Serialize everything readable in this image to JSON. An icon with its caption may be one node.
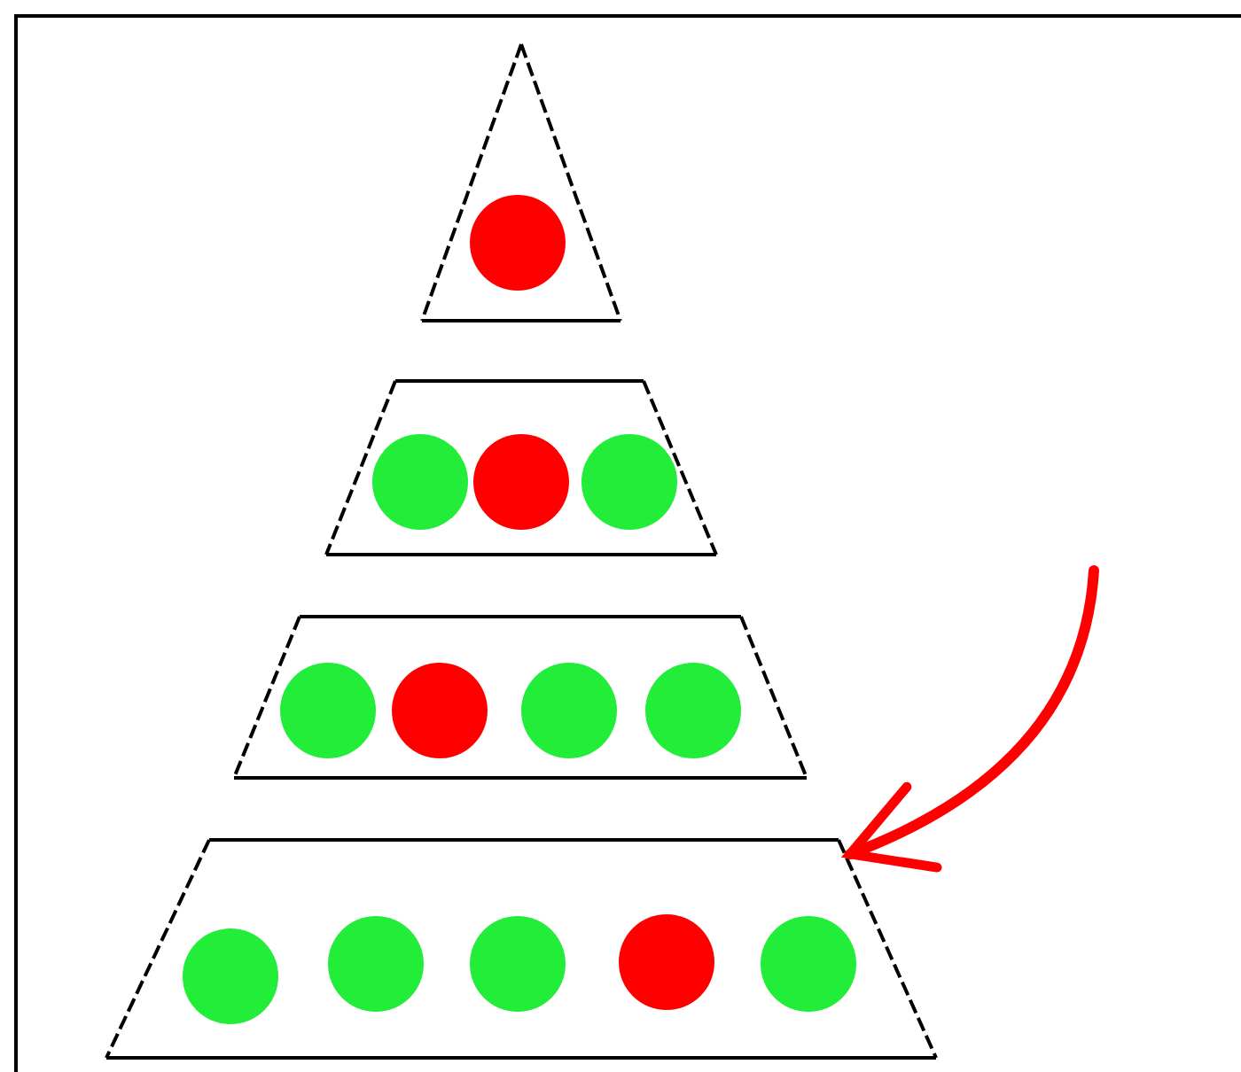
{
  "diagram": {
    "nodes": [
      {
        "text": [],
        "shape": "triangle"
      },
      {
        "text": [],
        "shape": "circle",
        "in": 0
      },
      {
        "text": [],
        "shape": "trapezoid"
      },
      {
        "text": [],
        "shape": "circle",
        "in": 2
      },
      {
        "text": [],
        "shape": "circle",
        "in": 2
      },
      {
        "text": [],
        "shape": "circle",
        "in": 2
      },
      {
        "text": [],
        "shape": "trapezoid"
      },
      {
        "text": [],
        "shape": "circle",
        "in": 6
      },
      {
        "text": [],
        "shape": "circle",
        "in": 6
      },
      {
        "text": [],
        "shape": "circle",
        "in": 6
      },
      {
        "text": [],
        "shape": "circle",
        "in": 6
      },
      {
        "text": [],
        "shape": "trapezoid"
      },
      {
        "text": [],
        "shape": "circle",
        "in": 11
      },
      {
        "text": [],
        "shape": "circle",
        "in": 11
      },
      {
        "text": [],
        "shape": "circle",
        "in": 11
      },
      {
        "text": [],
        "shape": "circle",
        "in": 11
      },
      {
        "text": [],
        "shape": "circle",
        "in": 11
      }
    ],
    "edges": [
      {
        "from": null,
        "to": 11,
        "arrow": "to"
      }
    ]
  }
}
